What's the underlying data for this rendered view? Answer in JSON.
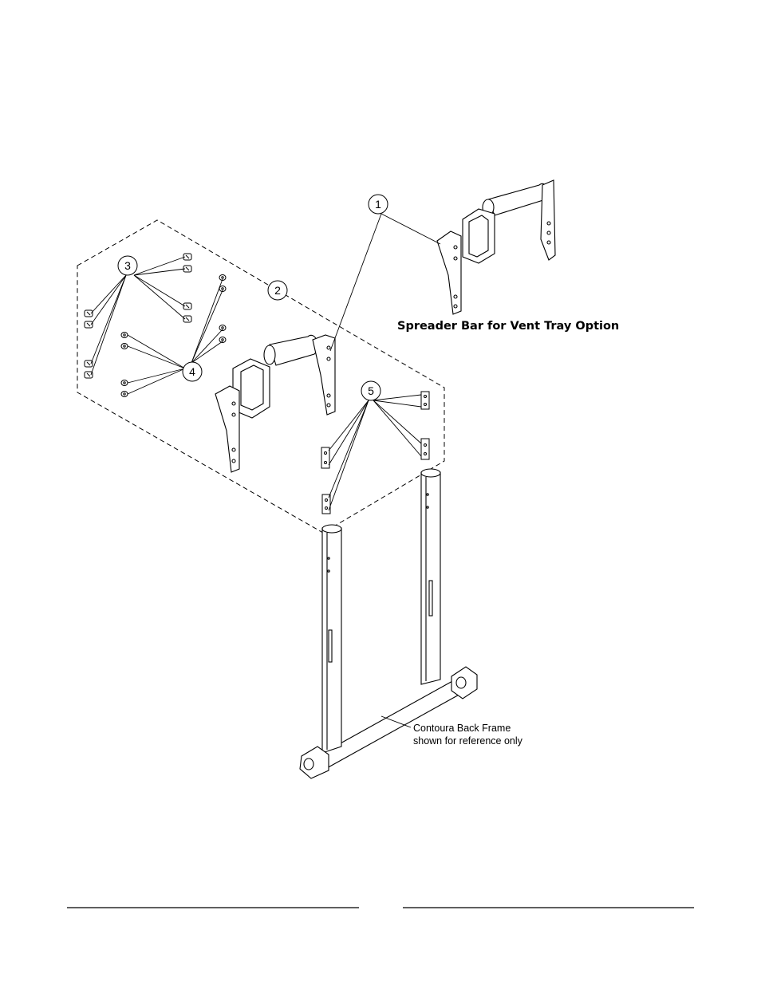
{
  "callouts": [
    {
      "id": "1",
      "label": "1"
    },
    {
      "id": "2",
      "label": "2"
    },
    {
      "id": "3",
      "label": "3"
    },
    {
      "id": "4",
      "label": "4"
    },
    {
      "id": "5",
      "label": "5"
    }
  ],
  "caption": "Spreader Bar for  Vent Tray Option",
  "reference_note": {
    "line1": "Contoura Back Frame",
    "line2": "shown for reference only"
  },
  "icons": [
    "spreader-bar-assembly",
    "screw",
    "washer",
    "clamp-bracket",
    "back-frame"
  ],
  "colors": {
    "ink": "#000000",
    "paper": "#ffffff"
  }
}
